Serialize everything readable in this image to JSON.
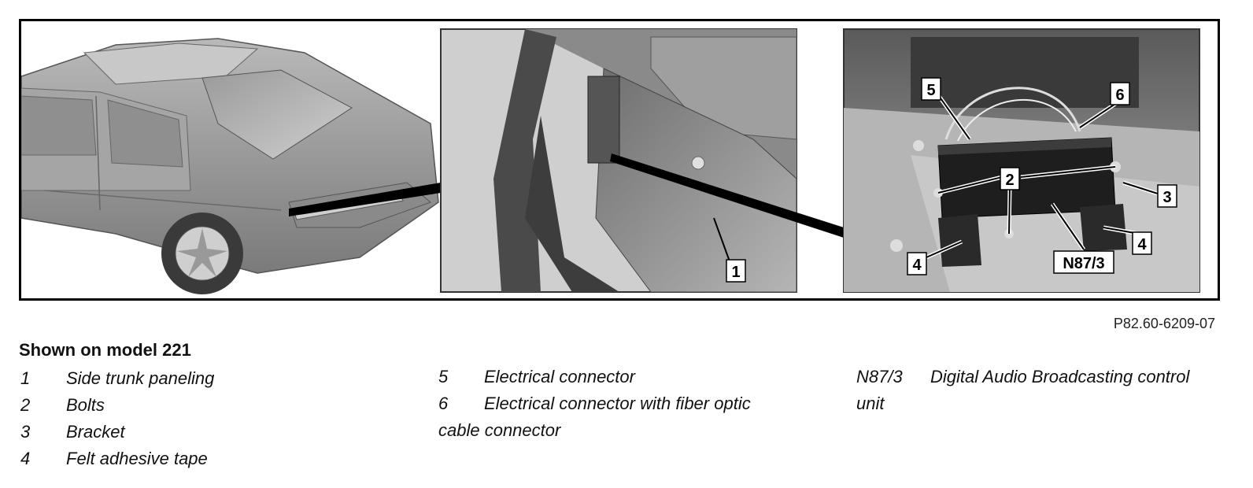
{
  "figure": {
    "id": "P82.60-6209-07",
    "callouts": {
      "c1": "1",
      "c2": "2",
      "c3": "3",
      "c4a": "4",
      "c4b": "4",
      "c5": "5",
      "c6": "6",
      "c7": "N87/3"
    }
  },
  "legend": {
    "title": "Shown on model 221",
    "items": [
      {
        "num": "1",
        "text": "Side trunk paneling"
      },
      {
        "num": "2",
        "text": "Bolts"
      },
      {
        "num": "3",
        "text": "Bracket"
      },
      {
        "num": "4",
        "text": "Felt adhesive tape"
      },
      {
        "num": "5",
        "text": "Electrical connector"
      },
      {
        "num": "6",
        "text": "Electrical connector with fiber optic",
        "cont": "cable connector"
      },
      {
        "num": "N87/3",
        "text": "Digital Audio Broadcasting control",
        "cont": "unit"
      }
    ]
  }
}
